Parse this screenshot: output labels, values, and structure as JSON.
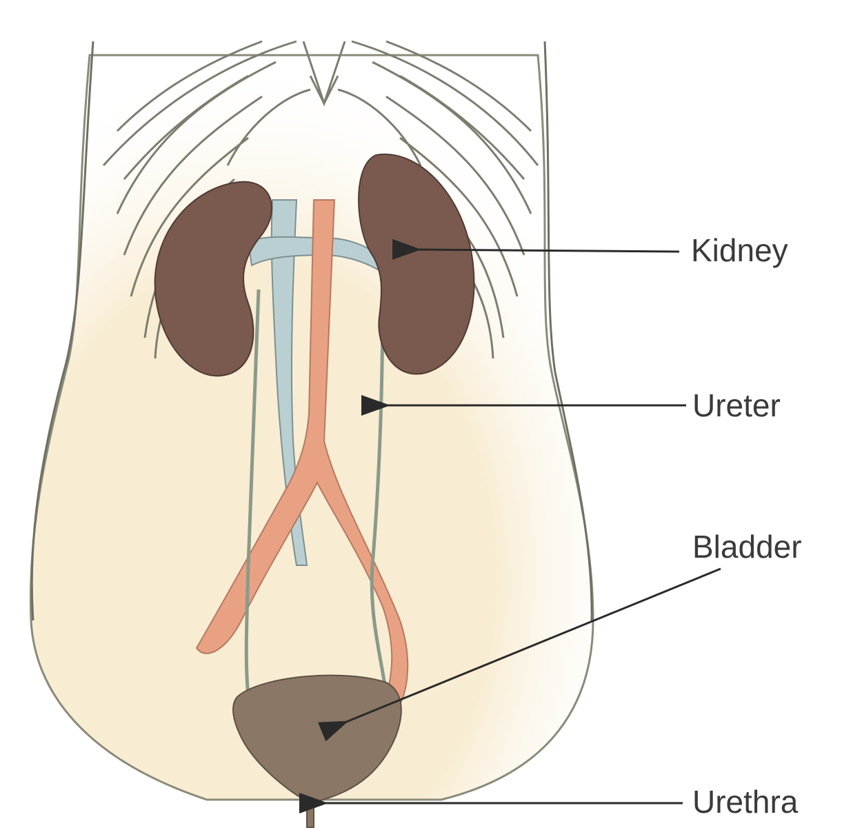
{
  "labels": {
    "kidney": "Kidney",
    "ureter": "Ureter",
    "bladder": "Bladder",
    "urethra": "Urethra"
  },
  "colors": {
    "skin": "#f8ecd2",
    "outline": "#7a7a6a",
    "rib_fill": "#fbf5e8",
    "kidney": "#7a5a4e",
    "bladder": "#8a7766",
    "artery": "#e9a184",
    "vein": "#b9cfd2",
    "pointer": "#2a2a2a"
  },
  "icons": {
    "pointer_head": "arrowhead"
  }
}
